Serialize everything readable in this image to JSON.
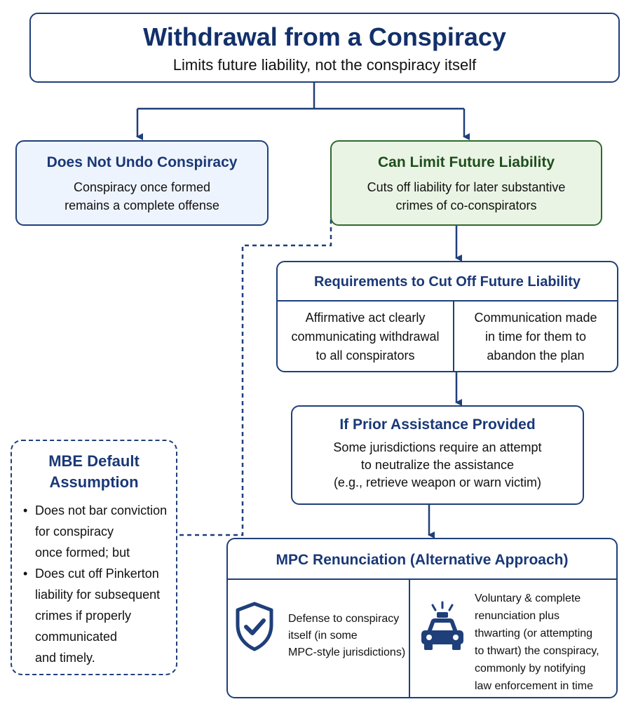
{
  "header": {
    "title": "Withdrawal from a Conspiracy",
    "subtitle": "Limits future liability, not the conspiracy itself"
  },
  "left_branch": {
    "title": "Does Not Undo Conspiracy",
    "lines": [
      "Conspiracy once formed",
      "remains a complete offense"
    ]
  },
  "right_branch": {
    "title": "Can Limit Future Liability",
    "lines": [
      "Cuts off liability for later substantive",
      "crimes of co-conspirators"
    ]
  },
  "requirements": {
    "title": "Requirements to Cut Off Future Liability",
    "col_a": [
      "Affirmative act clearly",
      "communicating withdrawal",
      "to all conspirators"
    ],
    "col_b": [
      "Communication made",
      "in time for them to",
      "abandon the plan"
    ]
  },
  "prior_assistance": {
    "title": "If Prior Assistance Provided",
    "lines": [
      "Some jurisdictions require an attempt",
      "to neutralize the assistance",
      "(e.g., retrieve weapon or warn victim)"
    ]
  },
  "mbe": {
    "title_lines": [
      "MBE Default",
      "Assumption"
    ],
    "bullet_1": [
      "Does not bar conviction",
      "for conspiracy",
      "once formed; but"
    ],
    "bullet_2": [
      "Does cut off Pinkerton",
      "liability for subsequent",
      "crimes if properly",
      "communicated",
      "and timely."
    ]
  },
  "mpc": {
    "title": "MPC Renunciation (Alternative Approach)",
    "col_a": {
      "icon": "shield-check-icon",
      "lines": [
        "Defense to conspiracy",
        "itself (in some",
        "MPC-style jurisdictions)"
      ]
    },
    "col_b": {
      "icon": "police-car-icon",
      "lines": [
        "Voluntary & complete",
        "renunciation plus",
        "thwarting (or attempting",
        "to thwart) the conspiracy,",
        "commonly by notifying",
        "law enforcement in time"
      ]
    }
  },
  "colors": {
    "navy": "#1f3f7a",
    "green_border": "#2f6a2f",
    "left_fill": "#eef4fd",
    "right_fill": "#eaf4e4"
  }
}
